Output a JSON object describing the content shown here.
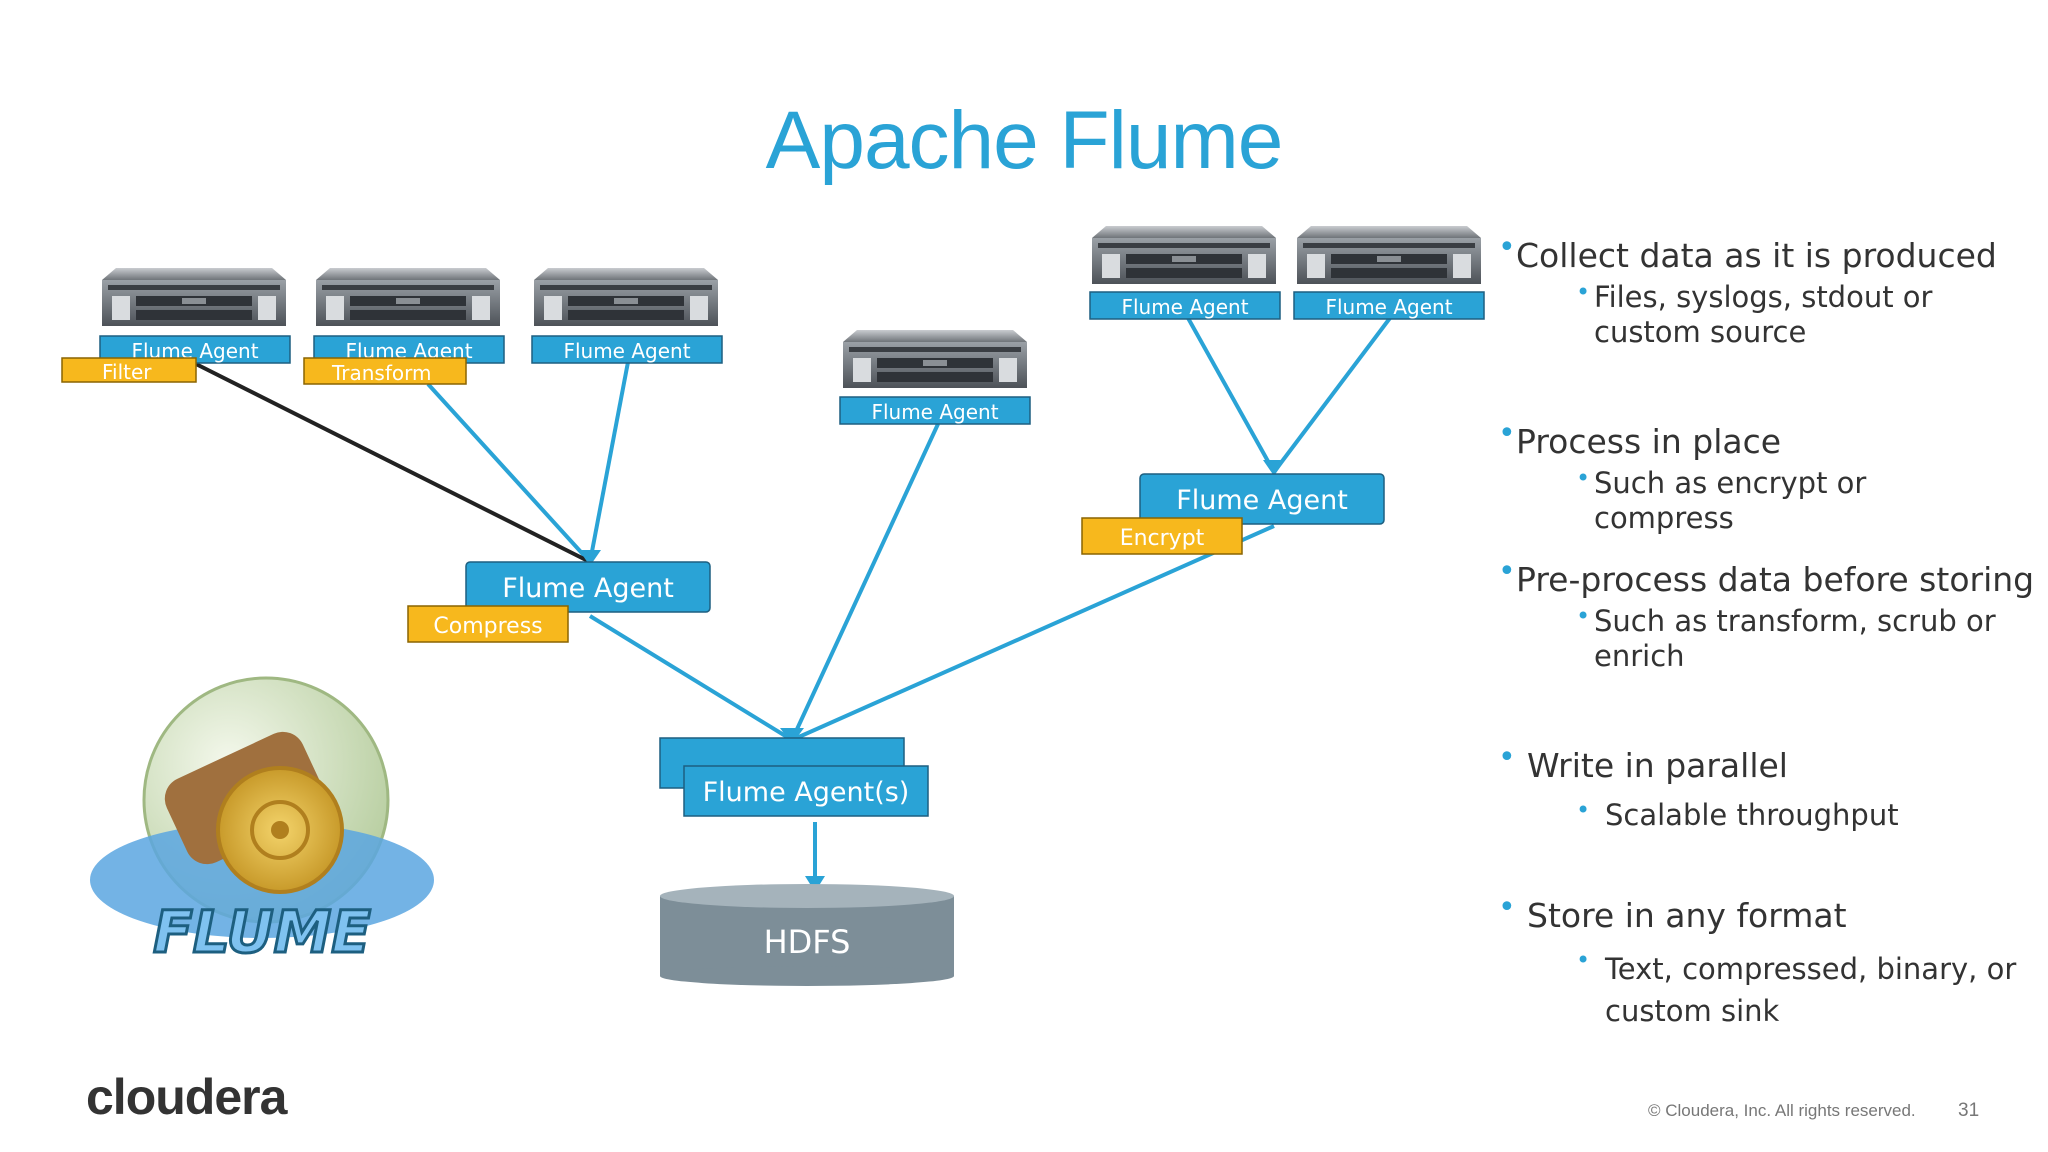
{
  "slide": {
    "title": "Apache Flume",
    "logo_text": "cloudera",
    "copyright": "© Cloudera, Inc. All rights reserved.",
    "page_number": "31"
  },
  "diagram": {
    "agents": {
      "a1": "Flume Agent",
      "a2": "Flume Agent",
      "a3": "Flume Agent",
      "a4": "Flume Agent",
      "a5": "Flume Agent",
      "a6": "Flume Agent",
      "mid_left": "Flume Agent",
      "mid_right": "Flume Agent",
      "bottom": "Flume Agent(s)"
    },
    "tags": {
      "filter": "Filter",
      "transform": "Transform",
      "compress": "Compress",
      "encrypt": "Encrypt"
    },
    "hdfs_label": "HDFS",
    "flume_logo_text": "FLUME",
    "colors": {
      "agent_blue": "#2aa3d6",
      "tag_yellow": "#f7b81d",
      "hdfs_gray": "#7d8e98",
      "title_blue": "#2aa3d6"
    }
  },
  "bullets": {
    "b1": "Collect data as it is produced",
    "b1_sub": "Files, syslogs, stdout or custom source",
    "b2": "Process in place",
    "b2_sub": "Such as encrypt or compress",
    "b3": "Pre-process data before storing",
    "b3_sub": "Such as transform, scrub or enrich",
    "b4": "Write in parallel",
    "b4_sub": "Scalable throughput",
    "b5": "Store in any format",
    "b5_sub": "Text, compressed, binary, or custom sink"
  }
}
